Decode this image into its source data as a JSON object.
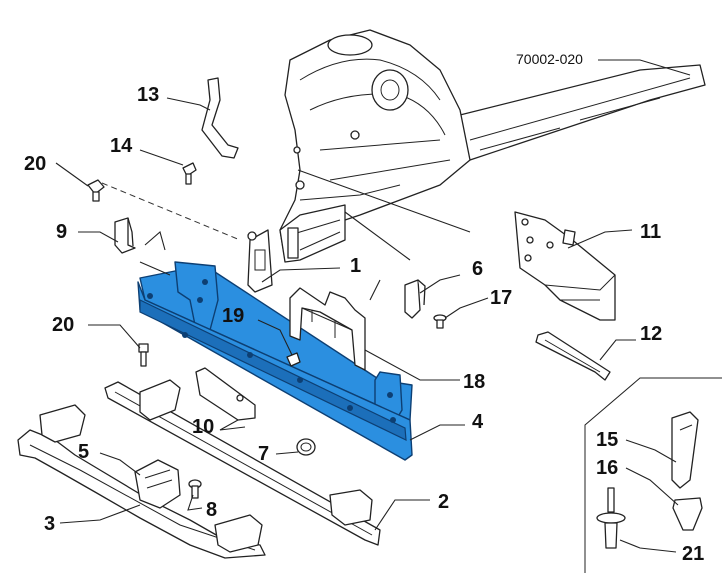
{
  "reference": "70002-020",
  "callouts": [
    {
      "id": "c1",
      "text": "1"
    },
    {
      "id": "c2",
      "text": "2"
    },
    {
      "id": "c3",
      "text": "3"
    },
    {
      "id": "c4",
      "text": "4"
    },
    {
      "id": "c5",
      "text": "5"
    },
    {
      "id": "c6",
      "text": "6"
    },
    {
      "id": "c7",
      "text": "7"
    },
    {
      "id": "c8",
      "text": "8"
    },
    {
      "id": "c9",
      "text": "9"
    },
    {
      "id": "c10",
      "text": "10"
    },
    {
      "id": "c11",
      "text": "11"
    },
    {
      "id": "c12",
      "text": "12"
    },
    {
      "id": "c13",
      "text": "13"
    },
    {
      "id": "c14",
      "text": "14"
    },
    {
      "id": "c15",
      "text": "15"
    },
    {
      "id": "c16",
      "text": "16"
    },
    {
      "id": "c17",
      "text": "17"
    },
    {
      "id": "c18",
      "text": "18"
    },
    {
      "id": "c19",
      "text": "19"
    },
    {
      "id": "c20a",
      "text": "20"
    },
    {
      "id": "c20b",
      "text": "20"
    },
    {
      "id": "c21",
      "text": "21"
    }
  ],
  "colors": {
    "highlight": "#2b8fe0",
    "line": "#222222"
  }
}
